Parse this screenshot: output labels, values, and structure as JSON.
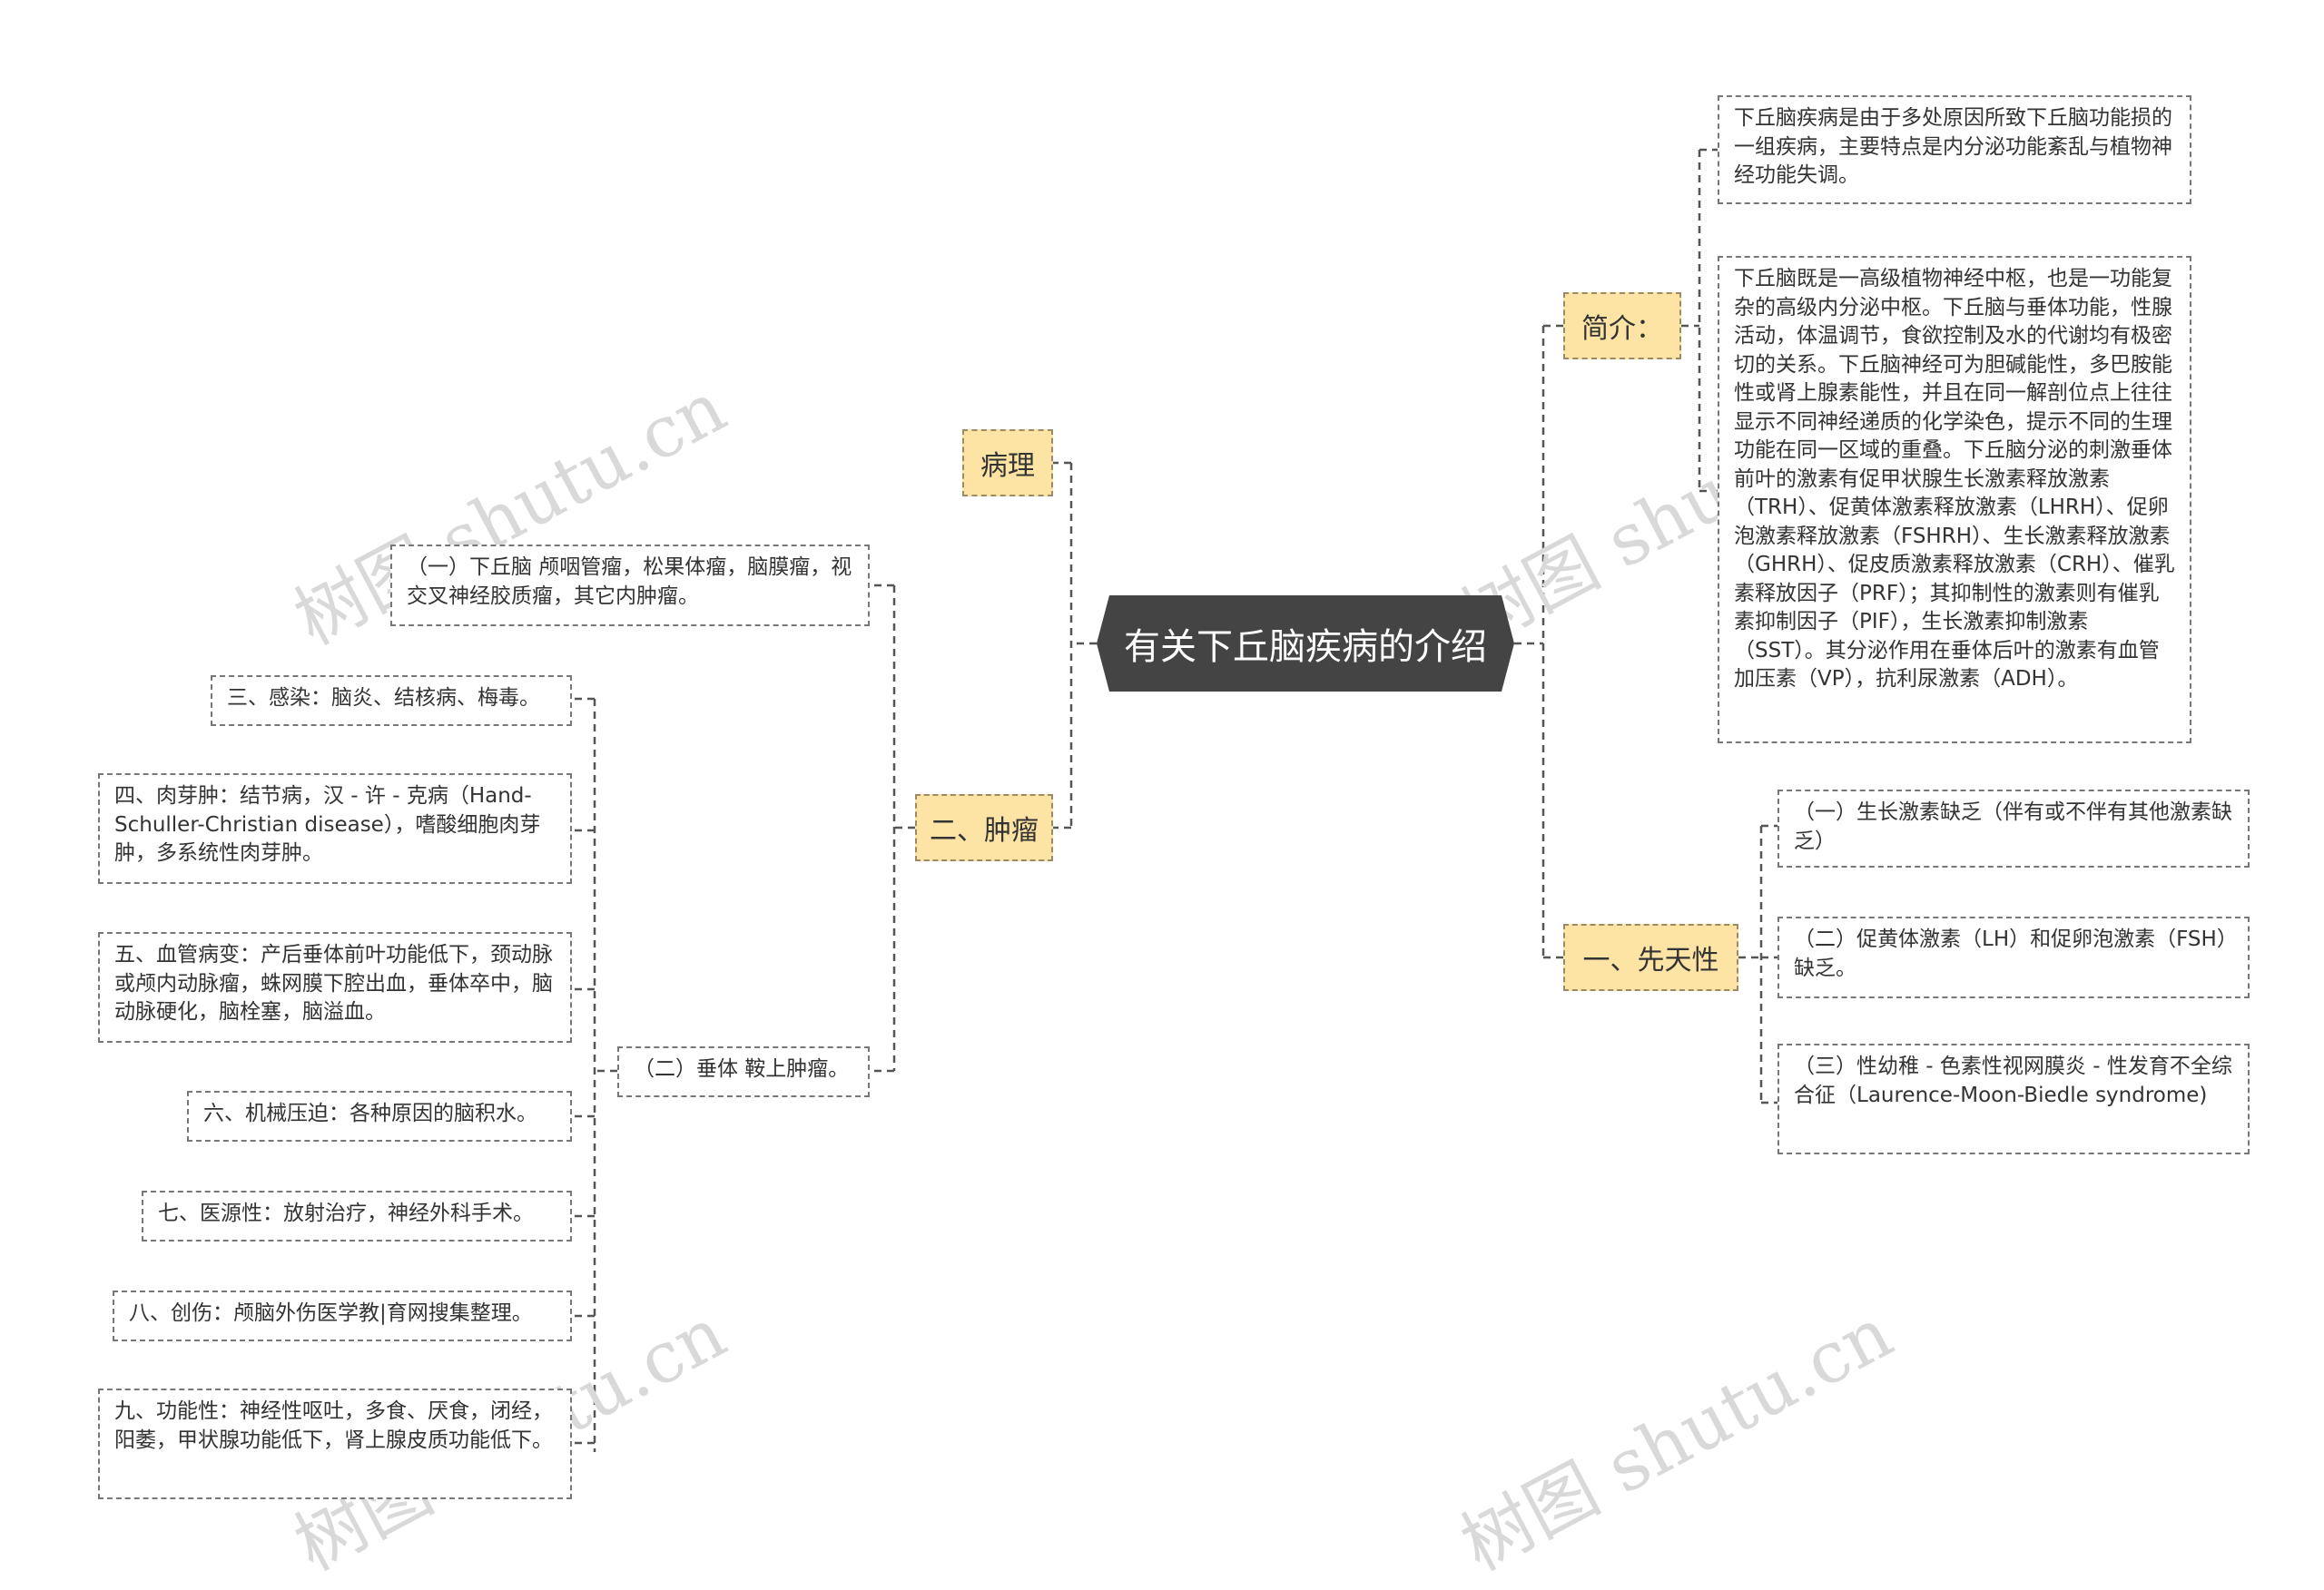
{
  "center_title": "有关下丘脑疾病的介绍",
  "branches": {
    "intro": "简介：",
    "congenital": "一、先天性",
    "pathology": "病理",
    "tumor": "二、肿瘤"
  },
  "intro_items": [
    "下丘脑疾病是由于多处原因所致下丘脑功能损的一组疾病，主要特点是内分泌功能紊乱与植物神经功能失调。",
    "下丘脑既是一高级植物神经中枢，也是一功能复杂的高级内分泌中枢。下丘脑与垂体功能，性腺活动，体温调节，食欲控制及水的代谢均有极密切的关系。下丘脑神经可为胆碱能性，多巴胺能性或肾上腺素能性，并且在同一解剖位点上往往显示不同神经递质的化学染色，提示不同的生理功能在同一区域的重叠。下丘脑分泌的刺激垂体前叶的激素有促甲状腺生长激素释放激素（TRH）、促黄体激素释放激素（LHRH）、促卵泡激素释放激素（FSHRH）、生长激素释放激素（GHRH）、促皮质激素释放激素（CRH）、催乳素释放因子（PRF）；其抑制性的激素则有催乳素抑制因子（PIF），生长激素抑制激素（SST）。其分泌作用在垂体后叶的激素有血管加压素（VP），抗利尿激素（ADH）。"
  ],
  "congenital_items": [
    "（一）生长激素缺乏（伴有或不伴有其他激素缺乏）",
    "（二）促黄体激素（LH）和促卵泡激素（FSH）缺乏。",
    "（三）性幼稚 - 色素性视网膜炎 - 性发育不全综合征（Laurence-Moon-Biedle syndrome)"
  ],
  "tumor_items": {
    "first": "（一）下丘脑 颅咽管瘤，松果体瘤，脑膜瘤，视交叉神经胶质瘤，其它内肿瘤。",
    "second": "（二）垂体 鞍上肿瘤。"
  },
  "tumor_sub_items": [
    "三、感染：脑炎、结核病、梅毒。",
    "四、肉芽肿：结节病，汉 - 许 - 克病（Hand-Schuller-Christian disease），嗜酸细胞肉芽肿，多系统性肉芽肿。",
    "五、血管病变：产后垂体前叶功能低下，颈动脉或颅内动脉瘤，蛛网膜下腔出血，垂体卒中，脑动脉硬化，脑栓塞，脑溢血。",
    "六、机械压迫：各种原因的脑积水。",
    "七、医源性：放射治疗，神经外科手术。",
    "八、创伤：颅脑外伤医学教|育网搜集整理。",
    "九、功能性：神经性呕吐，多食、厌食，闭经，阳萎，甲状腺功能低下，肾上腺皮质功能低下。"
  ],
  "watermarks": [
    "树图 shutu.cn",
    "树图 shutu.cn",
    "树图 shutu.cn",
    "树图 shutu.cn"
  ],
  "colors": {
    "center_bg": "#444444",
    "branch_bg": "#fde4a5",
    "connector": "#555555",
    "watermark": "#d9d9d9"
  }
}
